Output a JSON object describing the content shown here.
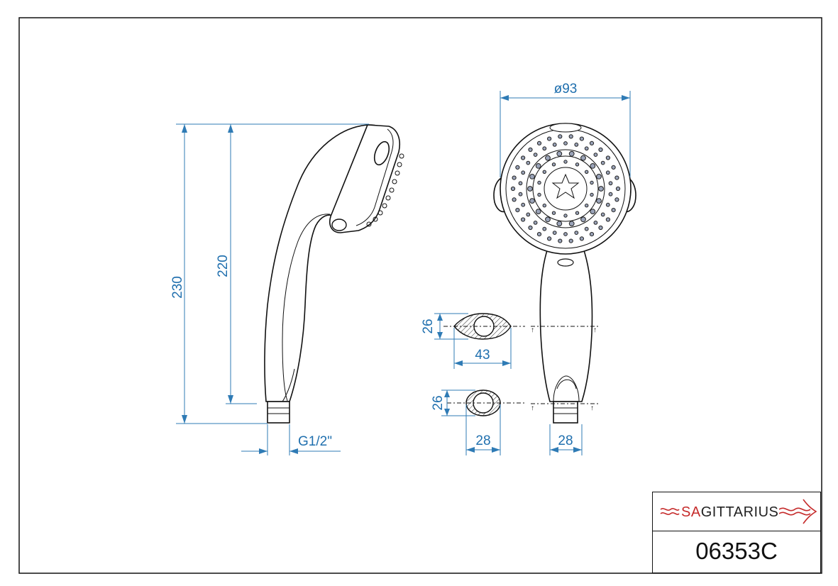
{
  "dimensions": {
    "total_length": "230",
    "body_length": "220",
    "thread": "G1/2\"",
    "head_diameter": "ø93",
    "section_a_height": "26",
    "section_a_width": "43",
    "section_b_height": "26",
    "section_b_width": "28",
    "connector_width": "28"
  },
  "title_block": {
    "brand_prefix": "SA",
    "brand_rest": "GITTARIUS",
    "product_code": "06353C"
  },
  "colors": {
    "dimension": "#2f7bb5",
    "brand_red": "#c52a2a",
    "outline": "#111111"
  }
}
